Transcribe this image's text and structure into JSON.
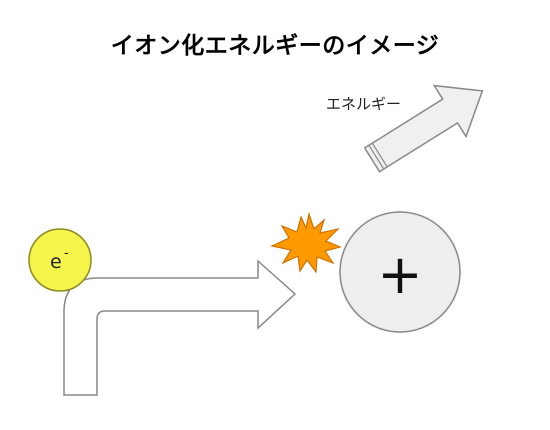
{
  "title": "イオン化エネルギーのイメージ",
  "energy_label": "エネルギー",
  "electron_symbol": "e",
  "electron_charge": "-",
  "nucleus_symbol": "+",
  "colors": {
    "electron_fill": "#f4f44a",
    "electron_stroke": "#8a8a20",
    "burst_fill": "#ff9900",
    "burst_stroke": "#d07000",
    "nucleus_fill": "#eeeeee",
    "arrow_fill": "#f0f0f0",
    "stroke": "#888888"
  },
  "icons": {
    "electron": "electron-circle",
    "collision": "collision-burst-icon",
    "nucleus": "nucleus-circle",
    "path": "bent-arrow",
    "release": "energy-arrow"
  }
}
